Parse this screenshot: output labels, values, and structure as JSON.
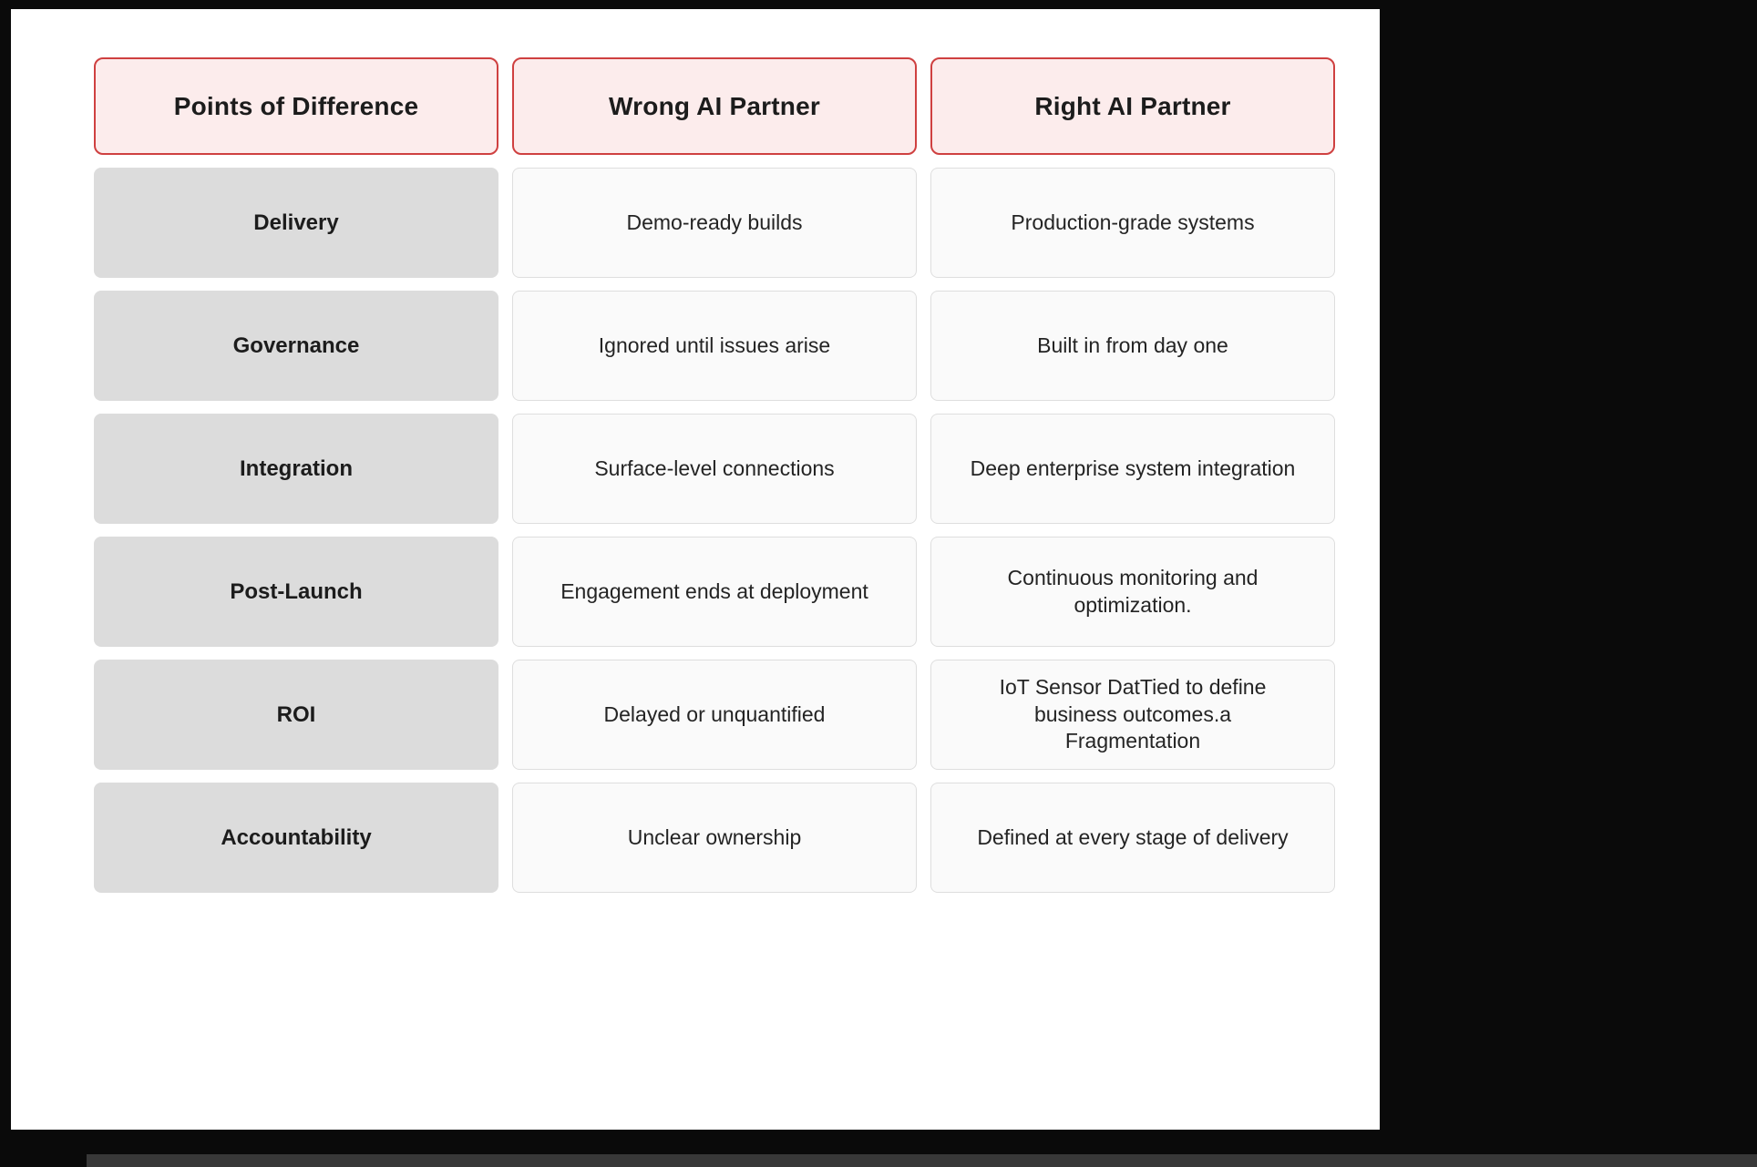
{
  "colors": {
    "background_frame": "#0a0a0a",
    "panel": "#ffffff",
    "header_fill": "#fcecec",
    "header_border": "#cf4040",
    "label_cell_fill": "#dcdcdc",
    "value_cell_fill": "#fafafa",
    "value_cell_border": "#dedede",
    "text": "#1c1c1c"
  },
  "chart_data": {
    "type": "table",
    "title": "",
    "columns": [
      "Points of Difference",
      "Wrong AI Partner",
      "Right AI Partner"
    ],
    "rows": [
      [
        "Delivery",
        "Demo-ready builds",
        "Production-grade systems"
      ],
      [
        "Governance",
        "Ignored until issues arise",
        "Built in from day one"
      ],
      [
        "Integration",
        "Surface-level connections",
        "Deep enterprise system integration"
      ],
      [
        "Post-Launch",
        "Engagement ends at deployment",
        "Continuous monitoring and optimization."
      ],
      [
        "ROI",
        "Delayed or unquantified",
        "IoT Sensor DatTied to define\nbusiness outcomes.a\nFragmentation"
      ],
      [
        "Accountability",
        "Unclear ownership",
        "Defined at every stage of delivery"
      ]
    ],
    "layout": {
      "header_style": "pink fill with red border, rounded corners",
      "label_column_style": "gray fill, bold text",
      "value_cell_style": "near-white fill with light gray border",
      "grid": "off"
    }
  }
}
